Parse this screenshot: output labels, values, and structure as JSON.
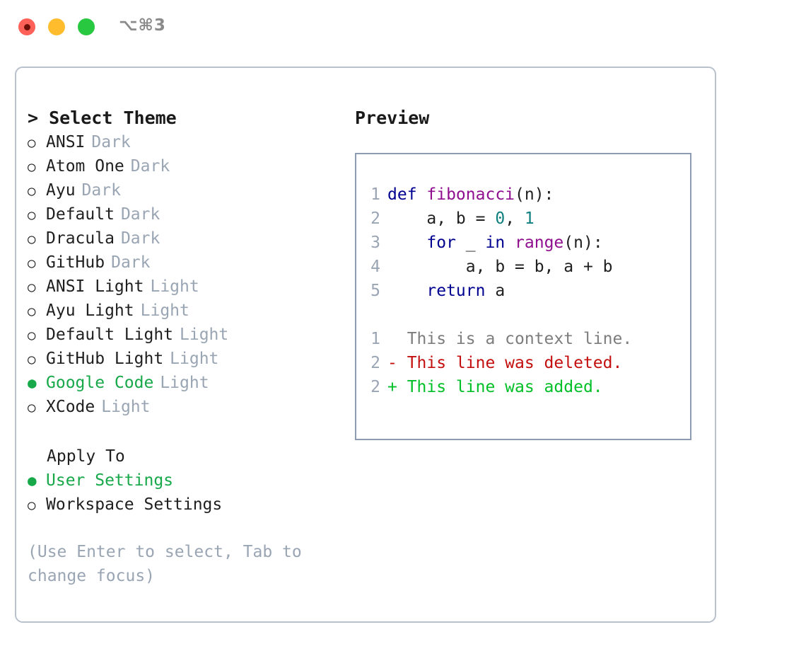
{
  "titlebar": {
    "lights": [
      "close-red",
      "minimize-yellow",
      "zoom-green"
    ],
    "shortcut": "⌥⌘3"
  },
  "left_panel": {
    "title": "> Select Theme",
    "themes": [
      {
        "marker": "○",
        "name": "ANSI",
        "kind": "Dark",
        "selected": false
      },
      {
        "marker": "○",
        "name": "Atom One",
        "kind": "Dark",
        "selected": false
      },
      {
        "marker": "○",
        "name": "Ayu",
        "kind": "Dark",
        "selected": false
      },
      {
        "marker": "○",
        "name": "Default",
        "kind": "Dark",
        "selected": false
      },
      {
        "marker": "○",
        "name": "Dracula",
        "kind": "Dark",
        "selected": false
      },
      {
        "marker": "○",
        "name": "GitHub",
        "kind": "Dark",
        "selected": false
      },
      {
        "marker": "○",
        "name": "ANSI Light",
        "kind": "Light",
        "selected": false
      },
      {
        "marker": "○",
        "name": "Ayu Light",
        "kind": "Light",
        "selected": false
      },
      {
        "marker": "○",
        "name": "Default Light",
        "kind": "Light",
        "selected": false
      },
      {
        "marker": "○",
        "name": "GitHub Light",
        "kind": "Light",
        "selected": false
      },
      {
        "marker": "●",
        "name": "Google Code",
        "kind": "Light",
        "selected": true
      },
      {
        "marker": "○",
        "name": "XCode",
        "kind": "Light",
        "selected": false
      }
    ],
    "apply_to": {
      "title": "Apply To",
      "options": [
        {
          "marker": "●",
          "name": "User Settings",
          "selected": true
        },
        {
          "marker": "○",
          "name": "Workspace Settings",
          "selected": false
        }
      ]
    },
    "hint": "(Use Enter to select, Tab to change focus)"
  },
  "right_panel": {
    "title": "Preview",
    "code_lines": [
      {
        "num": "1",
        "tokens": [
          {
            "t": "def ",
            "c": "kw"
          },
          {
            "t": "fibonacci",
            "c": "fn"
          },
          {
            "t": "(n):",
            "c": "punct"
          }
        ]
      },
      {
        "num": "2",
        "tokens": [
          {
            "t": "    a, b = ",
            "c": "txt"
          },
          {
            "t": "0",
            "c": "num"
          },
          {
            "t": ", ",
            "c": "txt"
          },
          {
            "t": "1",
            "c": "num"
          }
        ]
      },
      {
        "num": "3",
        "tokens": [
          {
            "t": "    ",
            "c": "txt"
          },
          {
            "t": "for",
            "c": "kw"
          },
          {
            "t": " _ ",
            "c": "txt"
          },
          {
            "t": "in",
            "c": "kw"
          },
          {
            "t": " ",
            "c": "txt"
          },
          {
            "t": "range",
            "c": "fn"
          },
          {
            "t": "(n):",
            "c": "punct"
          }
        ]
      },
      {
        "num": "4",
        "tokens": [
          {
            "t": "        a, b = b, a + b",
            "c": "txt"
          }
        ]
      },
      {
        "num": "5",
        "tokens": [
          {
            "t": "    ",
            "c": "txt"
          },
          {
            "t": "return",
            "c": "kw"
          },
          {
            "t": " a",
            "c": "txt"
          }
        ]
      }
    ],
    "diff_lines": [
      {
        "num": "1",
        "text": "  This is a context line.",
        "kind": "ctx"
      },
      {
        "num": "2",
        "text": "- This line was deleted.",
        "kind": "del"
      },
      {
        "num": "2",
        "text": "+ This line was added.",
        "kind": "add"
      }
    ]
  },
  "colors": {
    "accent_green": "#17a84a",
    "muted": "#9aa5b4",
    "border": "#b9c1cc",
    "preview_border": "#8c9bb0",
    "keyword": "#000090",
    "function": "#8f0f8f",
    "number": "#0f7f7f",
    "diff_add": "#00bf27",
    "diff_del": "#c40f0f",
    "diff_ctx": "#7d7d7d",
    "light_red": "#ff6159",
    "light_yellow": "#ffbd2e",
    "light_green": "#28c840"
  }
}
